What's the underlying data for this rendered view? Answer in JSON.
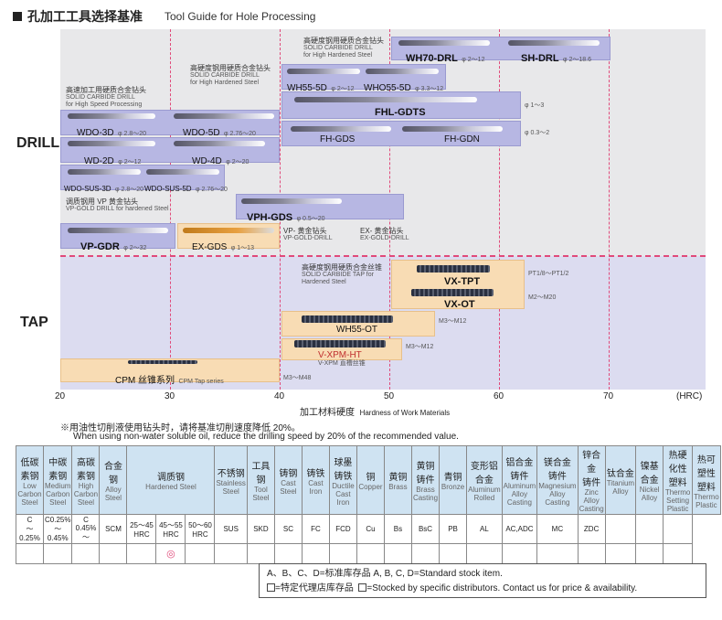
{
  "title": {
    "cn": "孔加工工具选择基准",
    "en": "Tool Guide for Hole Processing"
  },
  "sections": {
    "drill": "DRILL",
    "tap": "TAP"
  },
  "axis": {
    "ticks": [
      "20",
      "30",
      "40",
      "50",
      "60",
      "70"
    ],
    "unit": "(HRC)",
    "label_cn": "加工材料硬度",
    "label_en": "Hardness of Work Materials"
  },
  "groups": {
    "g1": {
      "cn": "高硬度钢用硬质合金钻头",
      "en1": "SOLID CARBIDE DRILL",
      "en2": "for High Hardened Steel"
    },
    "g2": {
      "cn": "高硬度钢用硬质合金钻头",
      "en1": "SOLID CARBIDE DRILL",
      "en2": "for High Hardened Steel"
    },
    "g3": {
      "cn": "高速加工用硬质合金钻头",
      "en1": "SOLID CARBIDE DRILL",
      "en2": "for High Speed Processing"
    },
    "g4": {
      "cn": "调质钢用 VP 黄金钻头",
      "en1": "VP-GOLD DRILL for hardened Steel"
    },
    "g5": {
      "cn": "VP- 黄金钻头",
      "en1": "VP-GOLD-DRILL"
    },
    "g6": {
      "cn": "EX- 黄金钻头",
      "en1": "EX-GOLD-DRILL"
    },
    "g7": {
      "cn": "高硬度钢用硬质合金丝锥",
      "en1": "SOLID CARBIDE TAP for",
      "en2": "Hardened Steel"
    },
    "g8": {
      "cn": "V-XPM 直槽丝锥"
    }
  },
  "drills": {
    "wh70": {
      "name": "WH70-DRL",
      "range": "φ 2～12"
    },
    "shdrl": {
      "name": "SH-DRL",
      "range": "φ 2～18.6"
    },
    "wh55": {
      "name": "WH55-5D",
      "range": "φ 2～12"
    },
    "who55": {
      "name": "WHO55-5D",
      "range": "φ 3.3～12"
    },
    "fhl": {
      "name": "FHL-GDTS",
      "range": "φ 1～3"
    },
    "fhgds": {
      "name": "FH-GDS"
    },
    "fhgdn": {
      "name": "FH-GDN",
      "range": "φ 0.3～2"
    },
    "wdo3d": {
      "name": "WDO-3D",
      "range": "φ 2.8～20"
    },
    "wdo5d": {
      "name": "WDO-5D",
      "range": "φ 2.76～20"
    },
    "wd2d": {
      "name": "WD-2D",
      "range": "φ 2～12"
    },
    "wd4d": {
      "name": "WD-4D",
      "range": "φ 2～20"
    },
    "sus3d": {
      "name": "WDO-SUS-3D",
      "range": "φ 2.8～20"
    },
    "sus5d": {
      "name": "WDO-SUS-5D",
      "range": "φ 2.76～20"
    },
    "vph": {
      "name": "VPH-GDS",
      "range": "φ 0.5～20"
    },
    "vpgdr": {
      "name": "VP-GDR",
      "range": "φ 2～32"
    },
    "exgds": {
      "name": "EX-GDS",
      "range": "φ 1～13"
    }
  },
  "taps": {
    "vxtpt": {
      "name": "VX-TPT",
      "range": "PT1/8～PT1/2"
    },
    "vxot": {
      "name": "VX-OT",
      "range": "M2～M20"
    },
    "wh55ot": {
      "name": "WH55-OT",
      "range": "M3～M12"
    },
    "vxpm": {
      "name": "V-XPM-HT",
      "range": "M3～M12"
    },
    "cpm": {
      "name": "CPM 丝锥系列",
      "sub": "CPM Tap series",
      "range": "M3～M48"
    }
  },
  "note": {
    "cn": "※用油性切削液使用钻头时，请将基准切削速度降低 20%。",
    "en": "When using non-water soluble oil, reduce the drilling speed by 20% of the recommended value."
  },
  "table": {
    "headers": [
      {
        "cn": "低碳\n素钢",
        "en": "Low\nCarbon\nSteel"
      },
      {
        "cn": "中碳\n素钢",
        "en": "Medium\nCarbon\nSteel"
      },
      {
        "cn": "高碳\n素钢",
        "en": "High\nCarbon\nSteel"
      },
      {
        "cn": "合金钢",
        "en": "Alloy\nSteel"
      },
      {
        "cn": "调质钢",
        "en": "Hardened Steel"
      },
      {
        "cn": "不锈钢",
        "en": "Stainless\nSteel"
      },
      {
        "cn": "工具钢",
        "en": "Tool\nSteel"
      },
      {
        "cn": "铸钢",
        "en": "Cast\nSteel"
      },
      {
        "cn": "铸铁",
        "en": "Cast\nIron"
      },
      {
        "cn": "球墨\n铸铁",
        "en": "Ductile\nCast\nIron"
      },
      {
        "cn": "铜",
        "en": "Copper"
      },
      {
        "cn": "黄铜",
        "en": "Brass"
      },
      {
        "cn": "黄铜\n铸件",
        "en": "Brass\nCasting"
      },
      {
        "cn": "青铜",
        "en": "Bronze"
      },
      {
        "cn": "变形铝\n合金",
        "en": "Aluminum\nRolled"
      },
      {
        "cn": "铝合金\n铸件",
        "en": "Aluminum\nAlloy\nCasting"
      },
      {
        "cn": "镁合金\n铸件",
        "en": "Magnesium\nAlloy\nCasting"
      },
      {
        "cn": "锌合金\n铸件",
        "en": "Zinc\nAlloy\nCasting"
      },
      {
        "cn": "钛合金",
        "en": "Titanium\nAlloy"
      },
      {
        "cn": "镍基\n合金",
        "en": "Nickel\nAlloy"
      },
      {
        "cn": "热硬化性\n塑料",
        "en": "Thermo\nSetting\nPlastic"
      },
      {
        "cn": "热可塑性\n塑料",
        "en": "Thermo\nPlastic"
      }
    ],
    "codes": [
      "C\n～0.25%",
      "C0.25%\n～0.45%",
      "C\n0.45%～",
      "SCM",
      "25～45\nHRC",
      "45～55\nHRC",
      "50～60\nHRC",
      "SUS",
      "SKD",
      "SC",
      "FC",
      "FCD",
      "Cu",
      "Bs",
      "BsC",
      "PB",
      "AL",
      "AC,ADC",
      "MC",
      "ZDC",
      "",
      "",
      " "
    ],
    "mark": "◎"
  },
  "legend": {
    "line1": "A、B、C、D=标准库存品   A, B, C, D=Standard stock item.",
    "line2a": "=特定代理店库存品",
    "line2b": "=Stocked by specific distributors. Contact us for price & availability."
  }
}
